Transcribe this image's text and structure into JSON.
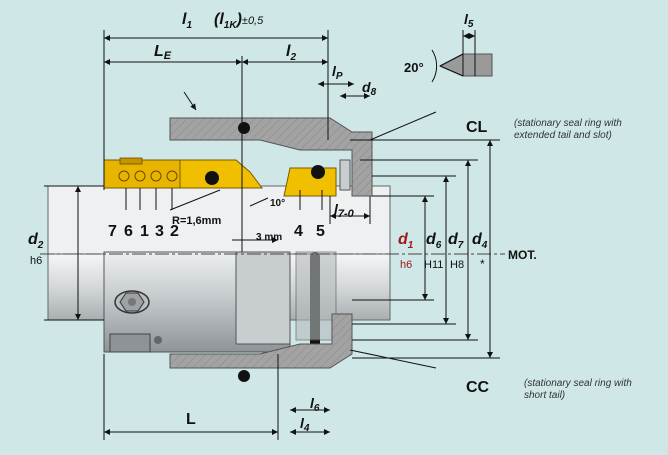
{
  "dims": {
    "l1": "l",
    "l1_sub": "1",
    "l1k": "(l",
    "l1k_sub": "1K",
    "l1k_close": ")",
    "tol": "±0,5",
    "le": "L",
    "le_sub": "E",
    "l2": "l",
    "l2_sub": "2",
    "l5": "l",
    "l5_sub": "5",
    "lp": "l",
    "lp_sub": "P",
    "d8": "d",
    "d8_sub": "8",
    "angle": "20°",
    "l7": "l",
    "l7_sub": "7-0",
    "l6": "l",
    "l6_sub": "6",
    "l4": "l",
    "l4_sub": "4",
    "L": "L",
    "d2": "d",
    "d2_sub": "2",
    "h6_left": "h6",
    "d1": "d",
    "d1_sub": "1",
    "d6": "d",
    "d6_sub": "6",
    "d7": "d",
    "d7_sub": "7",
    "d4": "d",
    "d4_sub": "4",
    "h6": "h6",
    "H11": "H11",
    "H8": "H8",
    "star": "*",
    "mot": "MOT.",
    "radius": "R=1,6mm",
    "mm3": "3 mm",
    "deg10": "10°"
  },
  "parts": [
    "7",
    "6",
    "1",
    "3",
    "2",
    "4",
    "5"
  ],
  "variants": {
    "cl": "CL",
    "cl_note_1": "(stationary seal ring with",
    "cl_note_2": "extended tail and slot)",
    "cc": "CC",
    "cc_note_1": "(stationary seal ring with",
    "cc_note_2": "short tail)"
  },
  "colors": {
    "background": "#cfe7e7",
    "shaft": "#e6e9ea",
    "seal_gold": "#f0c000",
    "housing": "#9a9a9a",
    "d1_red": "#a01818"
  }
}
